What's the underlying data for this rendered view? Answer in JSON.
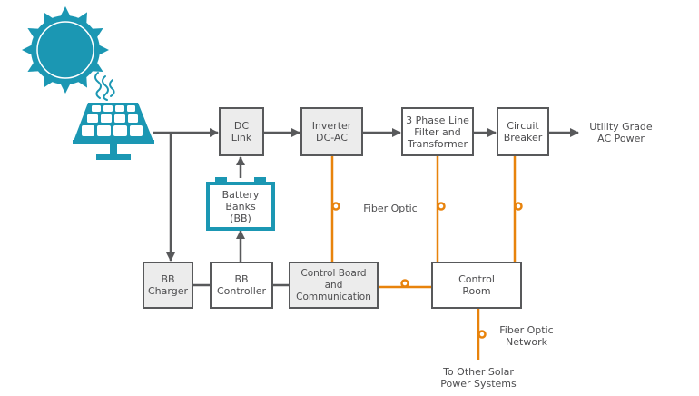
{
  "colors": {
    "solar_teal": "#1b97b3",
    "line_gray": "#58595b",
    "fiber_orange": "#e8830c",
    "box_gray": "#ececec"
  },
  "icons": {
    "sun": "sun-icon",
    "heat": "heat-waves-icon",
    "panel": "solar-panel-icon"
  },
  "blocks": {
    "dc_link": "DC\nLink",
    "inverter": "Inverter\nDC-AC",
    "filter": "3 Phase Line\nFilter and\nTransformer",
    "breaker": "Circuit\nBreaker",
    "battery": "Battery\nBanks\n(BB)",
    "bb_charger": "BB\nCharger",
    "bb_controller": "BB\nController",
    "control_board": "Control Board\nand\nCommunication",
    "control_room": "Control\nRoom"
  },
  "labels": {
    "output": "Utility Grade\nAC Power",
    "fiber_optic": "Fiber Optic",
    "fiber_network": "Fiber Optic\nNetwork",
    "other_systems": "To Other Solar\nPower Systems"
  }
}
